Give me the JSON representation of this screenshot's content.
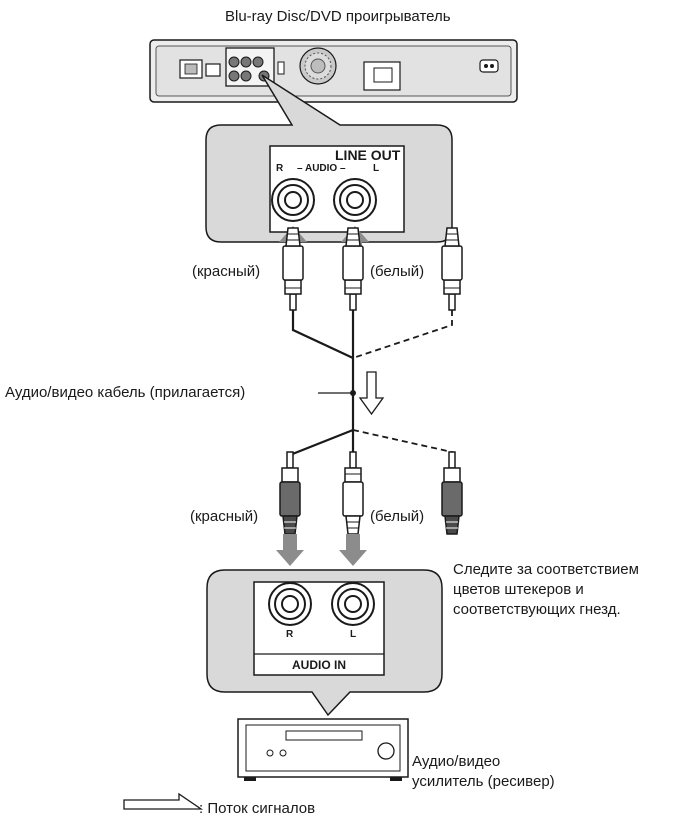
{
  "labels": {
    "player_title": "Blu-ray Disc/DVD проигрыватель",
    "line_out": "LINE OUT",
    "audio_header": "– AUDIO –",
    "jack_r": "R",
    "jack_l": "L",
    "red_top": "(красный)",
    "white_top": "(белый)",
    "cable": "Аудио/видео кабель (прилагается)",
    "red_bottom": "(красный)",
    "white_bottom": "(белый)",
    "note_line1": "Следите за соответствием",
    "note_line2": "цветов штекеров и",
    "note_line3": "соответствующих гнезд.",
    "in_r": "R",
    "in_l": "L",
    "audio_in": "AUDIO IN",
    "receiver_line1": "Аудио/видео",
    "receiver_line2": "усилитель (ресивер)",
    "legend": ": Поток сигналов"
  },
  "colors": {
    "panel_fill": "#d9d9d9",
    "arrow_fill": "#8c8c8c",
    "line_color": "#1a1a1a"
  }
}
